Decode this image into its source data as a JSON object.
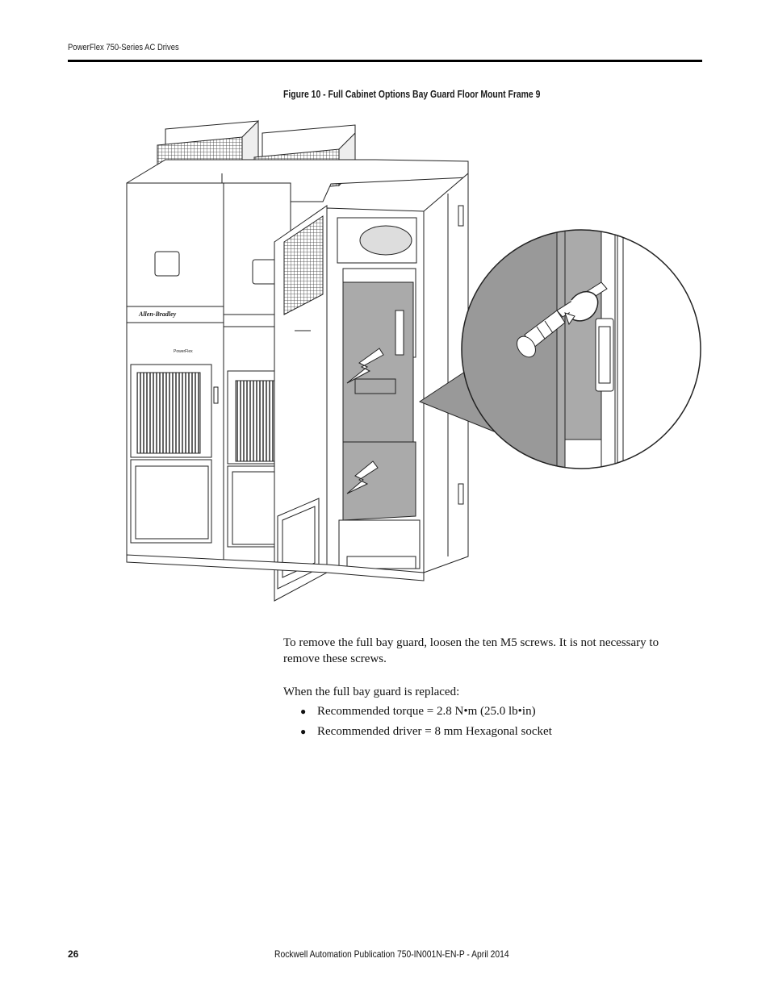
{
  "header": {
    "title": "PowerFlex 750-Series AC Drives"
  },
  "figure": {
    "caption": "Figure 10 - Full Cabinet Options Bay Guard Floor Mount Frame 9",
    "brand_label": "Allen-Bradley",
    "product_label": "PowerFlex"
  },
  "body": {
    "paragraph": "To remove the full bay guard, loosen the ten M5 screws. It is not necessary to remove these screws.",
    "lead_in": "When the full bay guard is replaced:",
    "bullets": [
      "Recommended torque = 2.8 N•m (25.0 lb•in)",
      "Recommended driver = 8 mm Hexagonal socket"
    ]
  },
  "footer": {
    "page_number": "26",
    "publication": "Rockwell Automation Publication 750-IN001N-EN-P - April 2014"
  }
}
